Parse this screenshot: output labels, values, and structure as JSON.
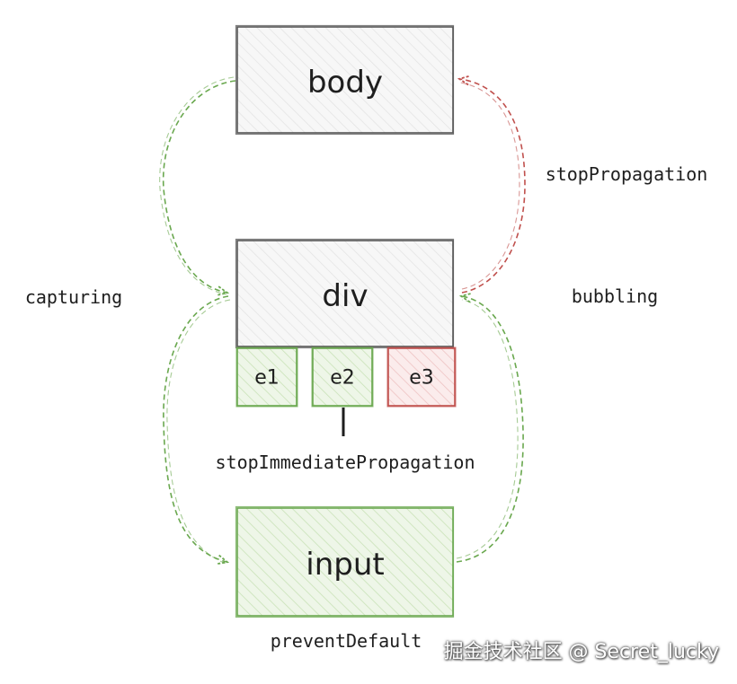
{
  "nodes": {
    "body": {
      "label": "body"
    },
    "div": {
      "label": "div"
    },
    "e1": {
      "label": "e1"
    },
    "e2": {
      "label": "e2"
    },
    "e3": {
      "label": "e3"
    },
    "input": {
      "label": "input"
    }
  },
  "labels": {
    "capturing": "capturing",
    "bubbling": "bubbling",
    "stop_propagation": "stopPropagation",
    "stop_immediate_propagation": "stopImmediatePropagation",
    "prevent_default": "preventDefault"
  },
  "watermark": "掘金技术社区 @ Secret_lucky",
  "colors": {
    "ink": "#1e1e1e",
    "neutral_stroke": "#555555",
    "neutral_fill": "#f7f7f7",
    "green_stroke": "#6aa84f",
    "green_fill": "#e6f2dd",
    "red_stroke": "#c0504d",
    "red_fill": "#f5dcdc"
  }
}
